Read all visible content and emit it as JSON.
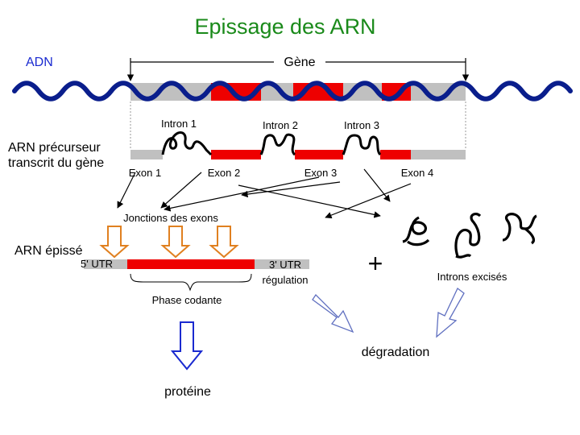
{
  "title": "Epissage des ARN",
  "dna_label": "ADN",
  "gene_label": "Gène",
  "precursor_label_line1": "ARN précurseur",
  "precursor_label_line2": "transcrit du gène",
  "introns": [
    "Intron 1",
    "Intron 2",
    "Intron 3"
  ],
  "exons": [
    "Exon 1",
    "Exon 2",
    "Exon 3",
    "Exon 4"
  ],
  "junctions_label": "Jonctions des exons",
  "spliced_label": "ARN épissé",
  "utr5_label": "5' UTR",
  "utr3_label": "3' UTR",
  "regulation_label": "régulation",
  "coding_label": "Phase codante",
  "plus_sign": "+",
  "excised_label": "Introns excisés",
  "degradation_label": "dégradation",
  "protein_label": "protéine",
  "colors": {
    "title": "#1a8a1a",
    "dna": "#0a1e8c",
    "exon": "#ee0000",
    "intron": "#c0c0c0",
    "arrow_orange": "#e08020",
    "arrow_blue": "#1a2ad0",
    "text": "#000000"
  },
  "icons": [
    "gene-span-arrow",
    "splice-arrow",
    "junction-arrow",
    "degradation-arrow",
    "protein-arrow"
  ]
}
